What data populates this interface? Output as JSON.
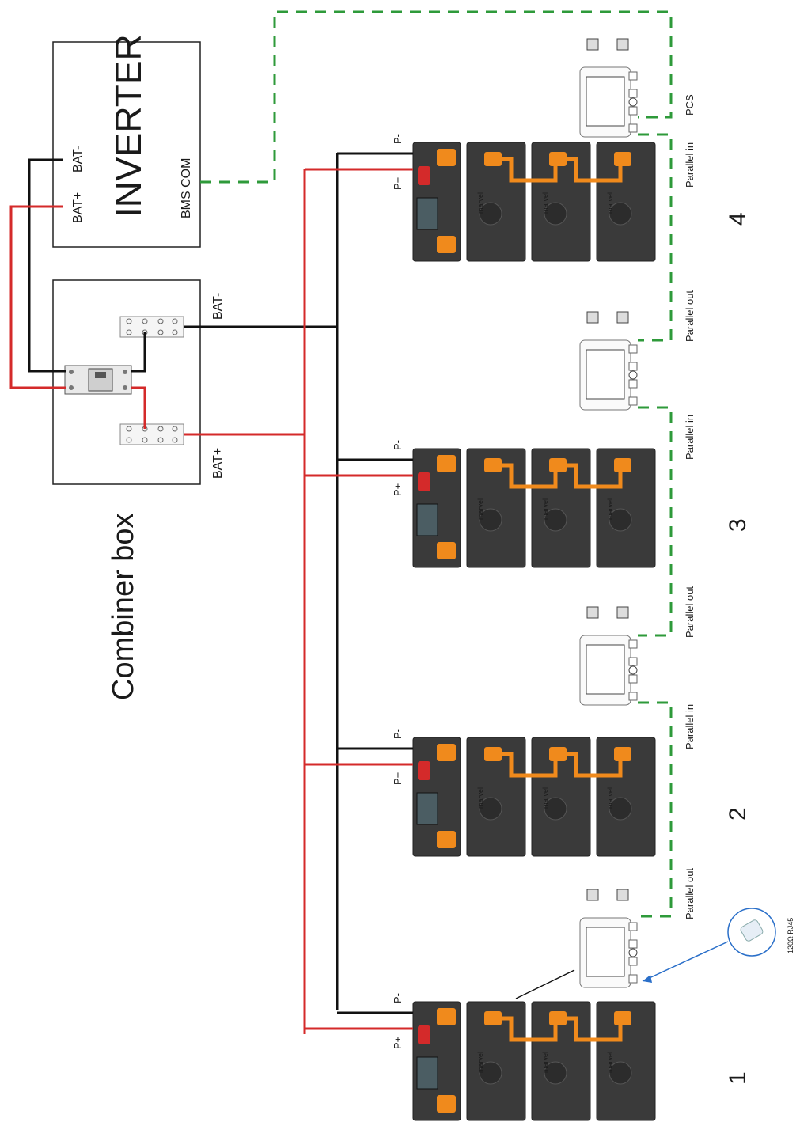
{
  "title": "Combiner box",
  "inverter": {
    "name": "INVERTER",
    "bat_minus": "BAT-",
    "bat_plus": "BAT+",
    "bms_com": "BMS COM"
  },
  "combiner": {
    "bat_minus": "BAT-",
    "bat_plus": "BAT+"
  },
  "terminals": {
    "p_minus": "P-",
    "p_plus": "P+"
  },
  "stacks": [
    {
      "number": "1",
      "parallel_out": "Parallel out"
    },
    {
      "number": "2",
      "parallel_in": "Parallel in",
      "parallel_out": "Parallel out"
    },
    {
      "number": "3",
      "parallel_in": "Parallel in",
      "parallel_out": "Parallel out"
    },
    {
      "number": "4",
      "parallel_in": "Parallel in",
      "pcs": "PCS"
    }
  ],
  "terminator": "120Ω RJ45",
  "module_brand": "marvel",
  "module_count_per_stack": 3,
  "colors": {
    "positive": "#d42a2a",
    "negative": "#111111",
    "comm": "#2e9a3a",
    "module": "#3a3a3a",
    "accent": "#f08a1c",
    "leader": "#2a6fc9"
  }
}
